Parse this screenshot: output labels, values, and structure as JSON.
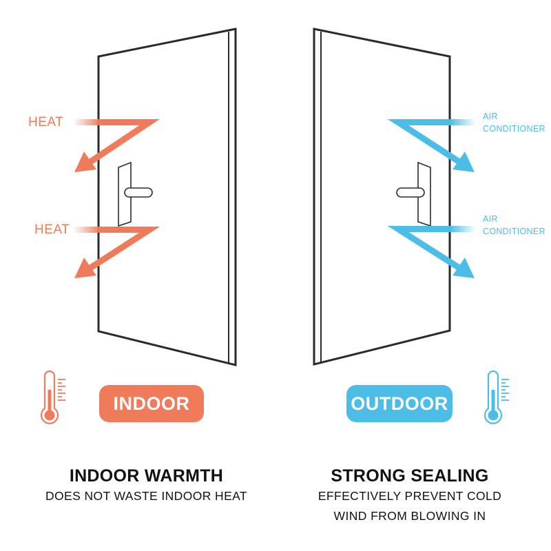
{
  "colors": {
    "heat": "#f07b5b",
    "cool": "#4bbde6",
    "outline": "#2a2a2a"
  },
  "left": {
    "arrow_labels": [
      "HEAT",
      "HEAT"
    ],
    "badge": "INDOOR",
    "title": "INDOOR WARMTH",
    "description": "DOES NOT WASTE INDOOR HEAT",
    "thermometer_icon": "thermometer-hot-icon"
  },
  "right": {
    "arrow_labels": [
      {
        "line1": "AIR",
        "line2": "CONDITIONER"
      },
      {
        "line1": "AIR",
        "line2": "CONDITIONER"
      }
    ],
    "badge": "OUTDOOR",
    "title": "STRONG SEALING",
    "description_line1": "EFFECTIVELY PREVENT COLD",
    "description_line2": "WIND FROM BLOWING IN",
    "thermometer_icon": "thermometer-cold-icon"
  }
}
